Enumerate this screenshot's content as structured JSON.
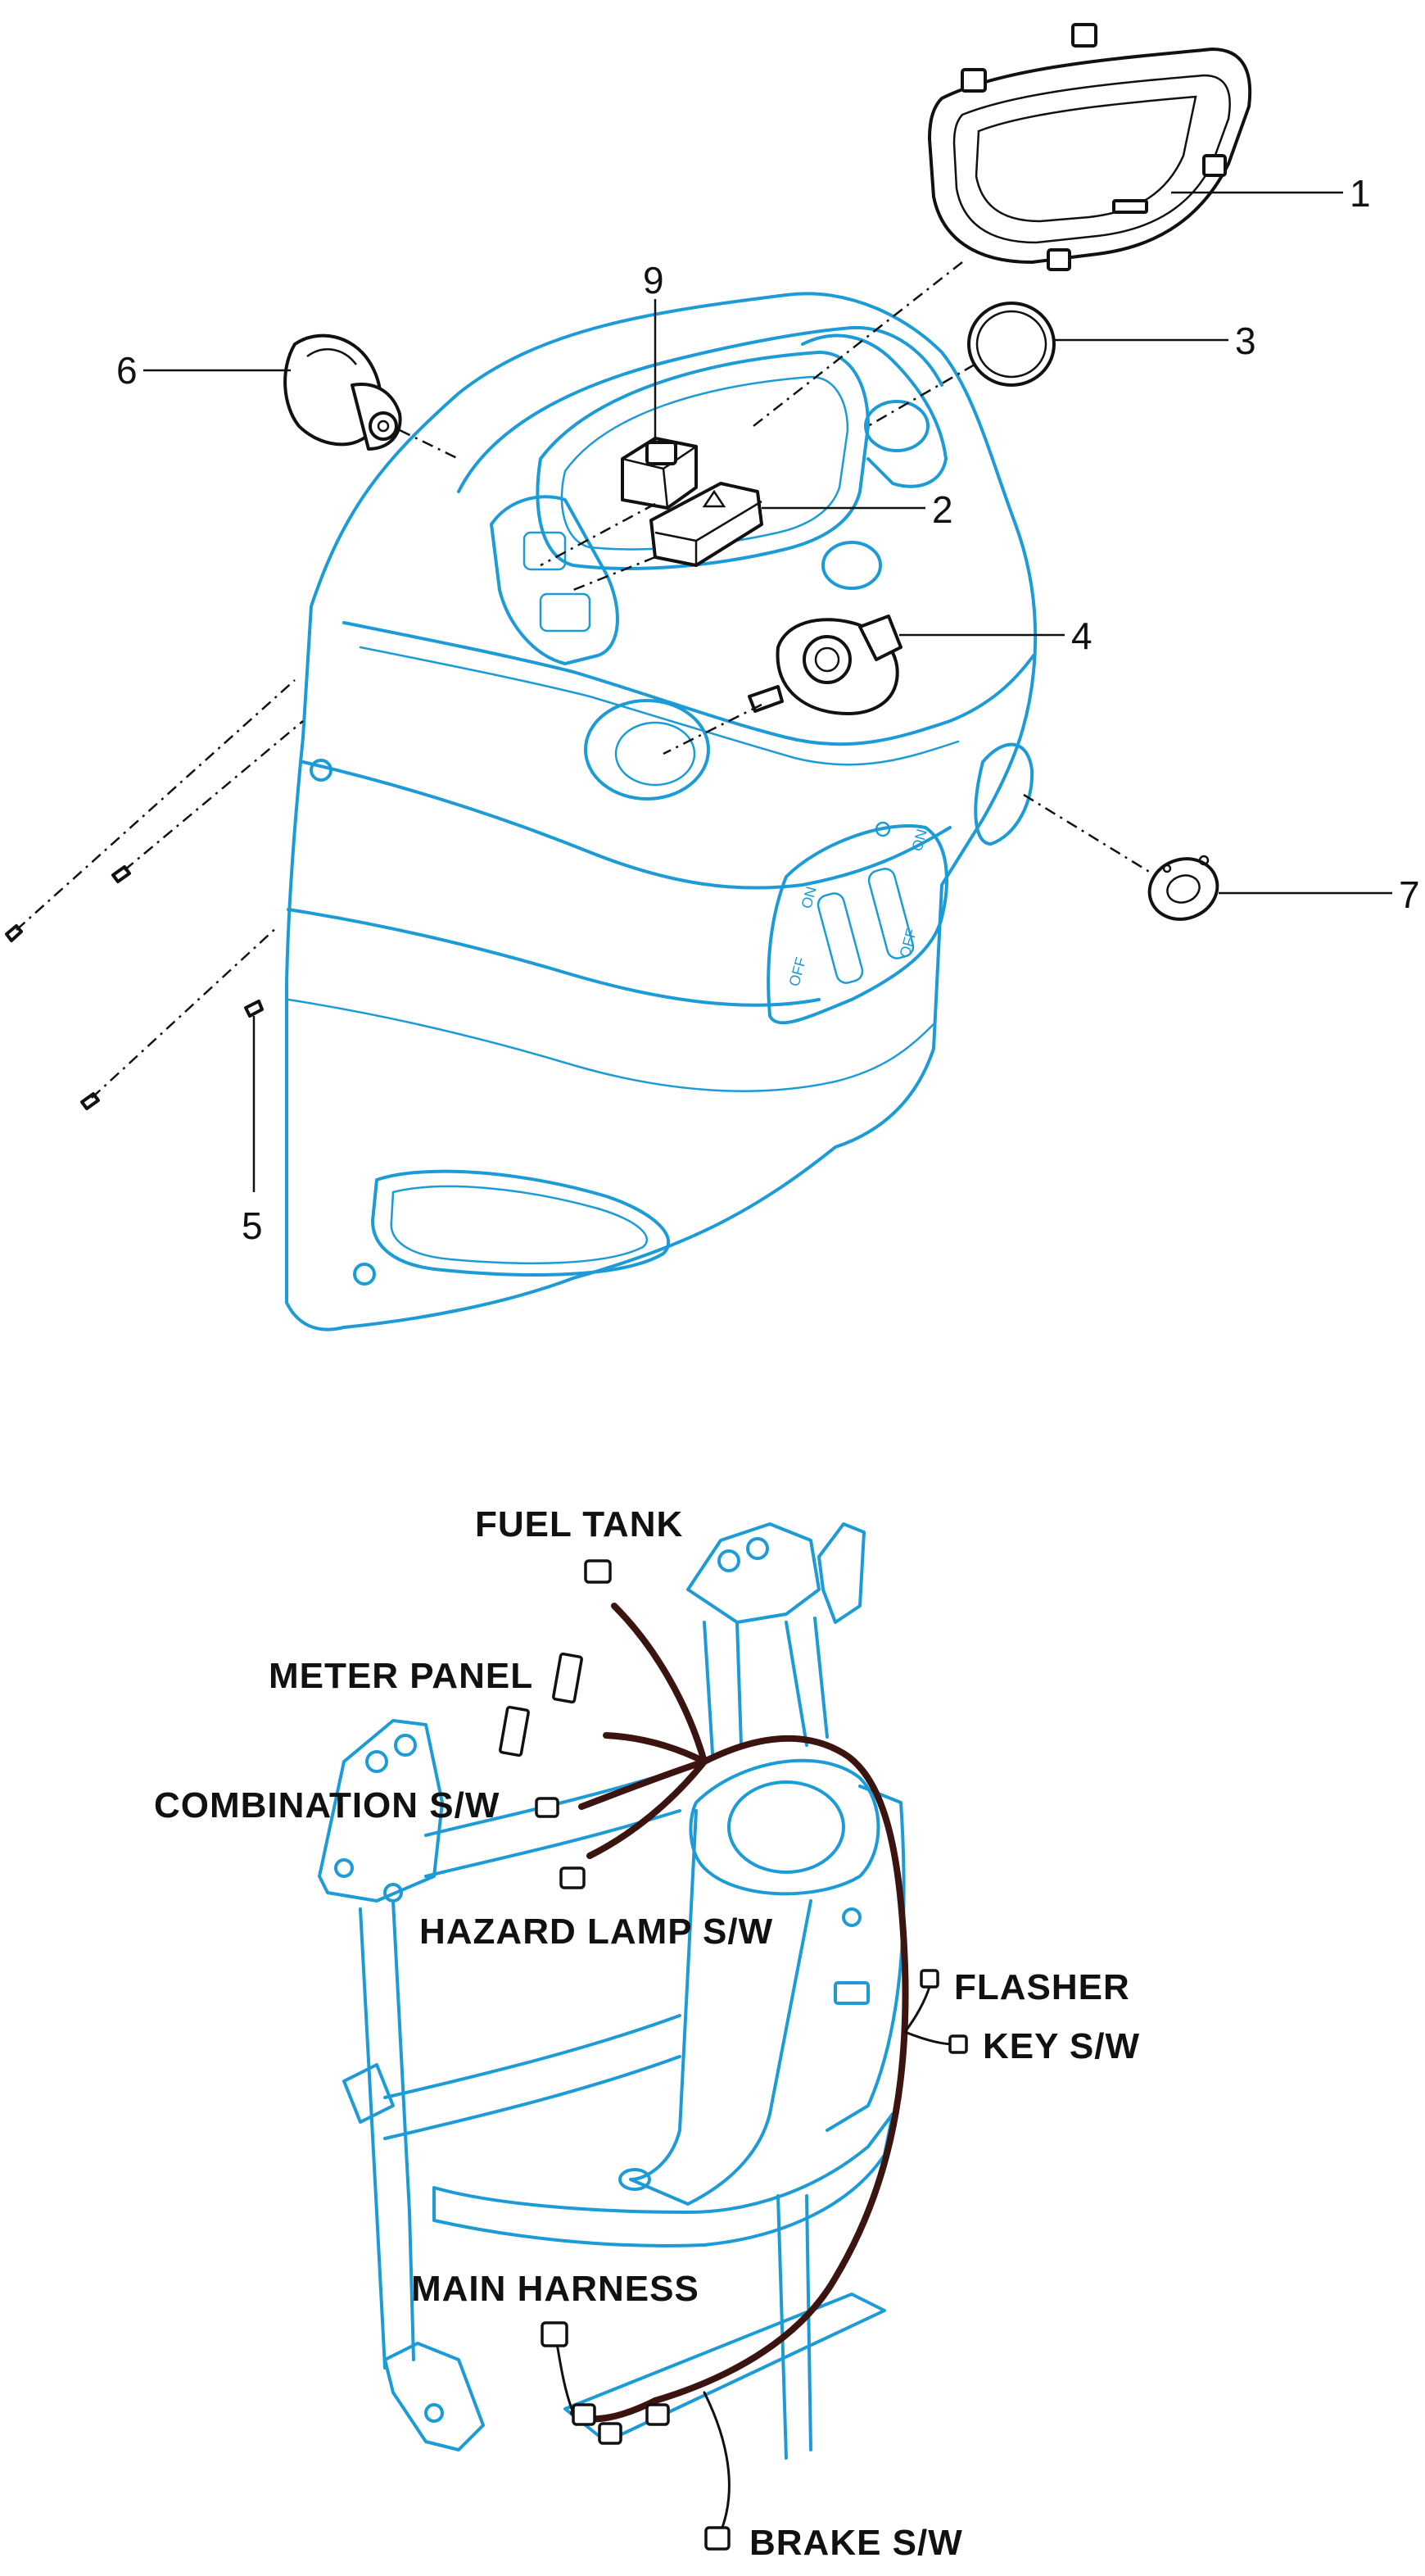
{
  "part_numbers": {
    "p1": "1",
    "p2": "2",
    "p3": "3",
    "p4": "4",
    "p5": "5",
    "p6": "6",
    "p7": "7",
    "p9": "9"
  },
  "switch_labels": {
    "on_left": "ON",
    "off_left": "OFF",
    "on_right": "ON",
    "off_right": "OFF"
  },
  "harness_labels": {
    "fuel_tank": "FUEL TANK",
    "meter_panel": "METER PANEL",
    "combination_sw": "COMBINATION  S/W",
    "hazard_lamp_sw": "HAZARD LAMP S/W",
    "flasher": "FLASHER",
    "key_sw": "KEY S/W",
    "main_harness": "MAIN HARNESS",
    "brake_sw": "BRAKE S/W"
  },
  "colors": {
    "outline_blue": "#1d9bd6",
    "wire_brown": "#3b1410",
    "ink": "#111111"
  }
}
